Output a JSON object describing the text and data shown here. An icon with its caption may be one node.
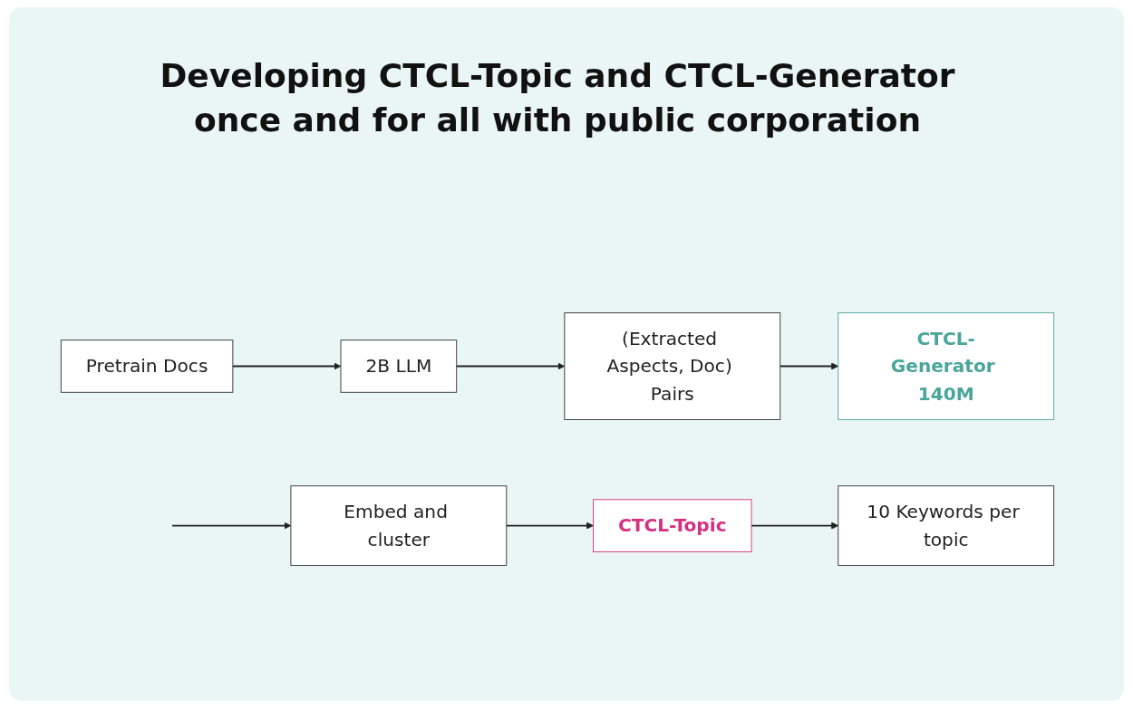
{
  "diagram": {
    "title": "Developing CTCL-Topic and CTCL-Generator once and for all with public corporation",
    "nodes": [
      {
        "text": [
          "Embed and cluster"
        ]
      },
      {
        "text": [
          "CTCL-Topic"
        ]
      },
      {
        "text": [
          "10 Keywords per topic"
        ]
      },
      {
        "text": [
          "Pretrain Docs"
        ]
      },
      {
        "text": [
          "2B LLM"
        ]
      },
      {
        "text": [
          "(Extracted Aspects, Doc) Pairs"
        ]
      },
      {
        "text": [
          "CTCL-Generator 140M"
        ]
      }
    ],
    "edges": [
      {
        "from": null,
        "to": 0,
        "arrow": "to"
      },
      {
        "from": 0,
        "to": 1,
        "arrow": "to"
      },
      {
        "from": 1,
        "to": 2,
        "arrow": "to"
      },
      {
        "from": 3,
        "to": 4,
        "arrow": "to"
      },
      {
        "from": 4,
        "to": 5,
        "arrow": "to"
      },
      {
        "from": 5,
        "to": 6,
        "arrow": "to"
      }
    ]
  }
}
